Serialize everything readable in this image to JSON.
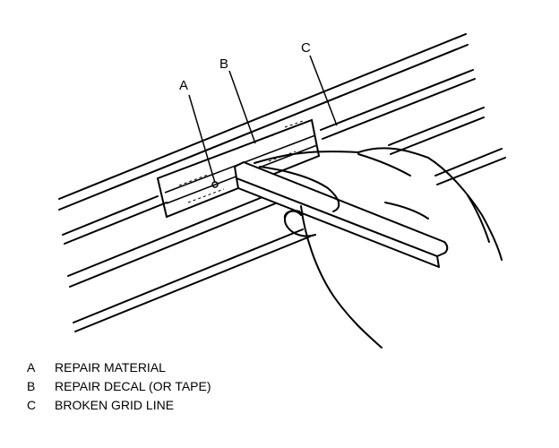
{
  "callouts": {
    "a": "A",
    "b": "B",
    "c": "C"
  },
  "legend": [
    {
      "key": "A",
      "text": "REPAIR MATERIAL"
    },
    {
      "key": "B",
      "text": "REPAIR DECAL (OR TAPE)"
    },
    {
      "key": "C",
      "text": "BROKEN GRID LINE"
    }
  ],
  "colors": {
    "ink": "#000000",
    "paper": "#ffffff"
  }
}
